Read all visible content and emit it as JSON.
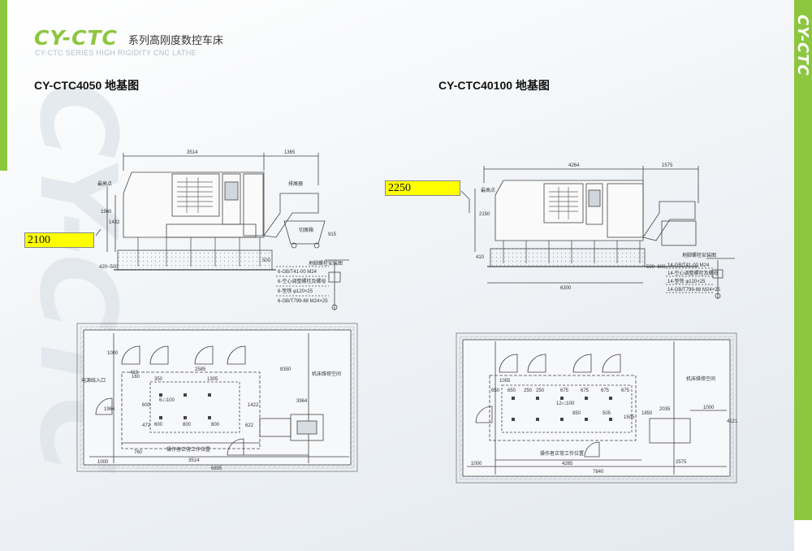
{
  "brand": {
    "name": "CY-CTC",
    "series_cn": "系列高刚度数控车床",
    "series_en": "CY-CTC SERIES HIGH RIGIDITY CNC LATHE",
    "watermark": "CY-CTC",
    "side_label": "CY-CTC"
  },
  "colors": {
    "brand_green": "#8dc63f",
    "highlight": "#ffff00"
  },
  "left_drawing": {
    "title": "CY-CTC4050 地基图",
    "height_box": "2100",
    "elevation": {
      "width_1": "3514",
      "width_2": "1365",
      "h1": "1960",
      "h2": "1432",
      "h3": "915",
      "base": "420~500",
      "base2": "500",
      "labels": [
        "最高点",
        "排屑器",
        "切屑箱",
        "地脚螺栓安装图"
      ],
      "notes": [
        "6-GB/T41-00 M24",
        "6-空心调整螺栓及螺母",
        "6-垫铁 φ120×25",
        "6-GB/T799-88 M24×25"
      ]
    },
    "plan": {
      "dims": [
        "1000",
        "2585",
        "1305",
        "350",
        "8350",
        "160",
        "410",
        "600",
        "472",
        "800",
        "800",
        "600",
        "622",
        "1422",
        "1964",
        "760",
        "1000",
        "3514",
        "6895",
        "3964"
      ],
      "labels": [
        "机床维修空间",
        "电源线入口",
        "操作者正常工作位置",
        "6-□100"
      ]
    }
  },
  "right_drawing": {
    "title": "CY-CTC40100 地基图",
    "height_box": "2250",
    "elevation": {
      "width_1": "4264",
      "width_2": "1575",
      "total": "6300",
      "h1": "2150",
      "h2": "410",
      "base": "500~600",
      "labels": [
        "最高点",
        "地脚螺栓安装图"
      ],
      "notes": [
        "14-GB/T41-00 M24",
        "14-空心调整螺栓及螺母",
        "14-垫铁 φ120×25",
        "14-GB/T799-88 M24×25"
      ]
    },
    "plan": {
      "dims": [
        "1055",
        "650",
        "650",
        "250",
        "250",
        "675",
        "675",
        "675",
        "675",
        "850",
        "505",
        "1505",
        "2035",
        "1850",
        "1000",
        "4265",
        "2575",
        "7840",
        "4121",
        "1000",
        "12-□100"
      ],
      "labels": [
        "机床维修空间",
        "操作者正常工作位置"
      ]
    }
  }
}
